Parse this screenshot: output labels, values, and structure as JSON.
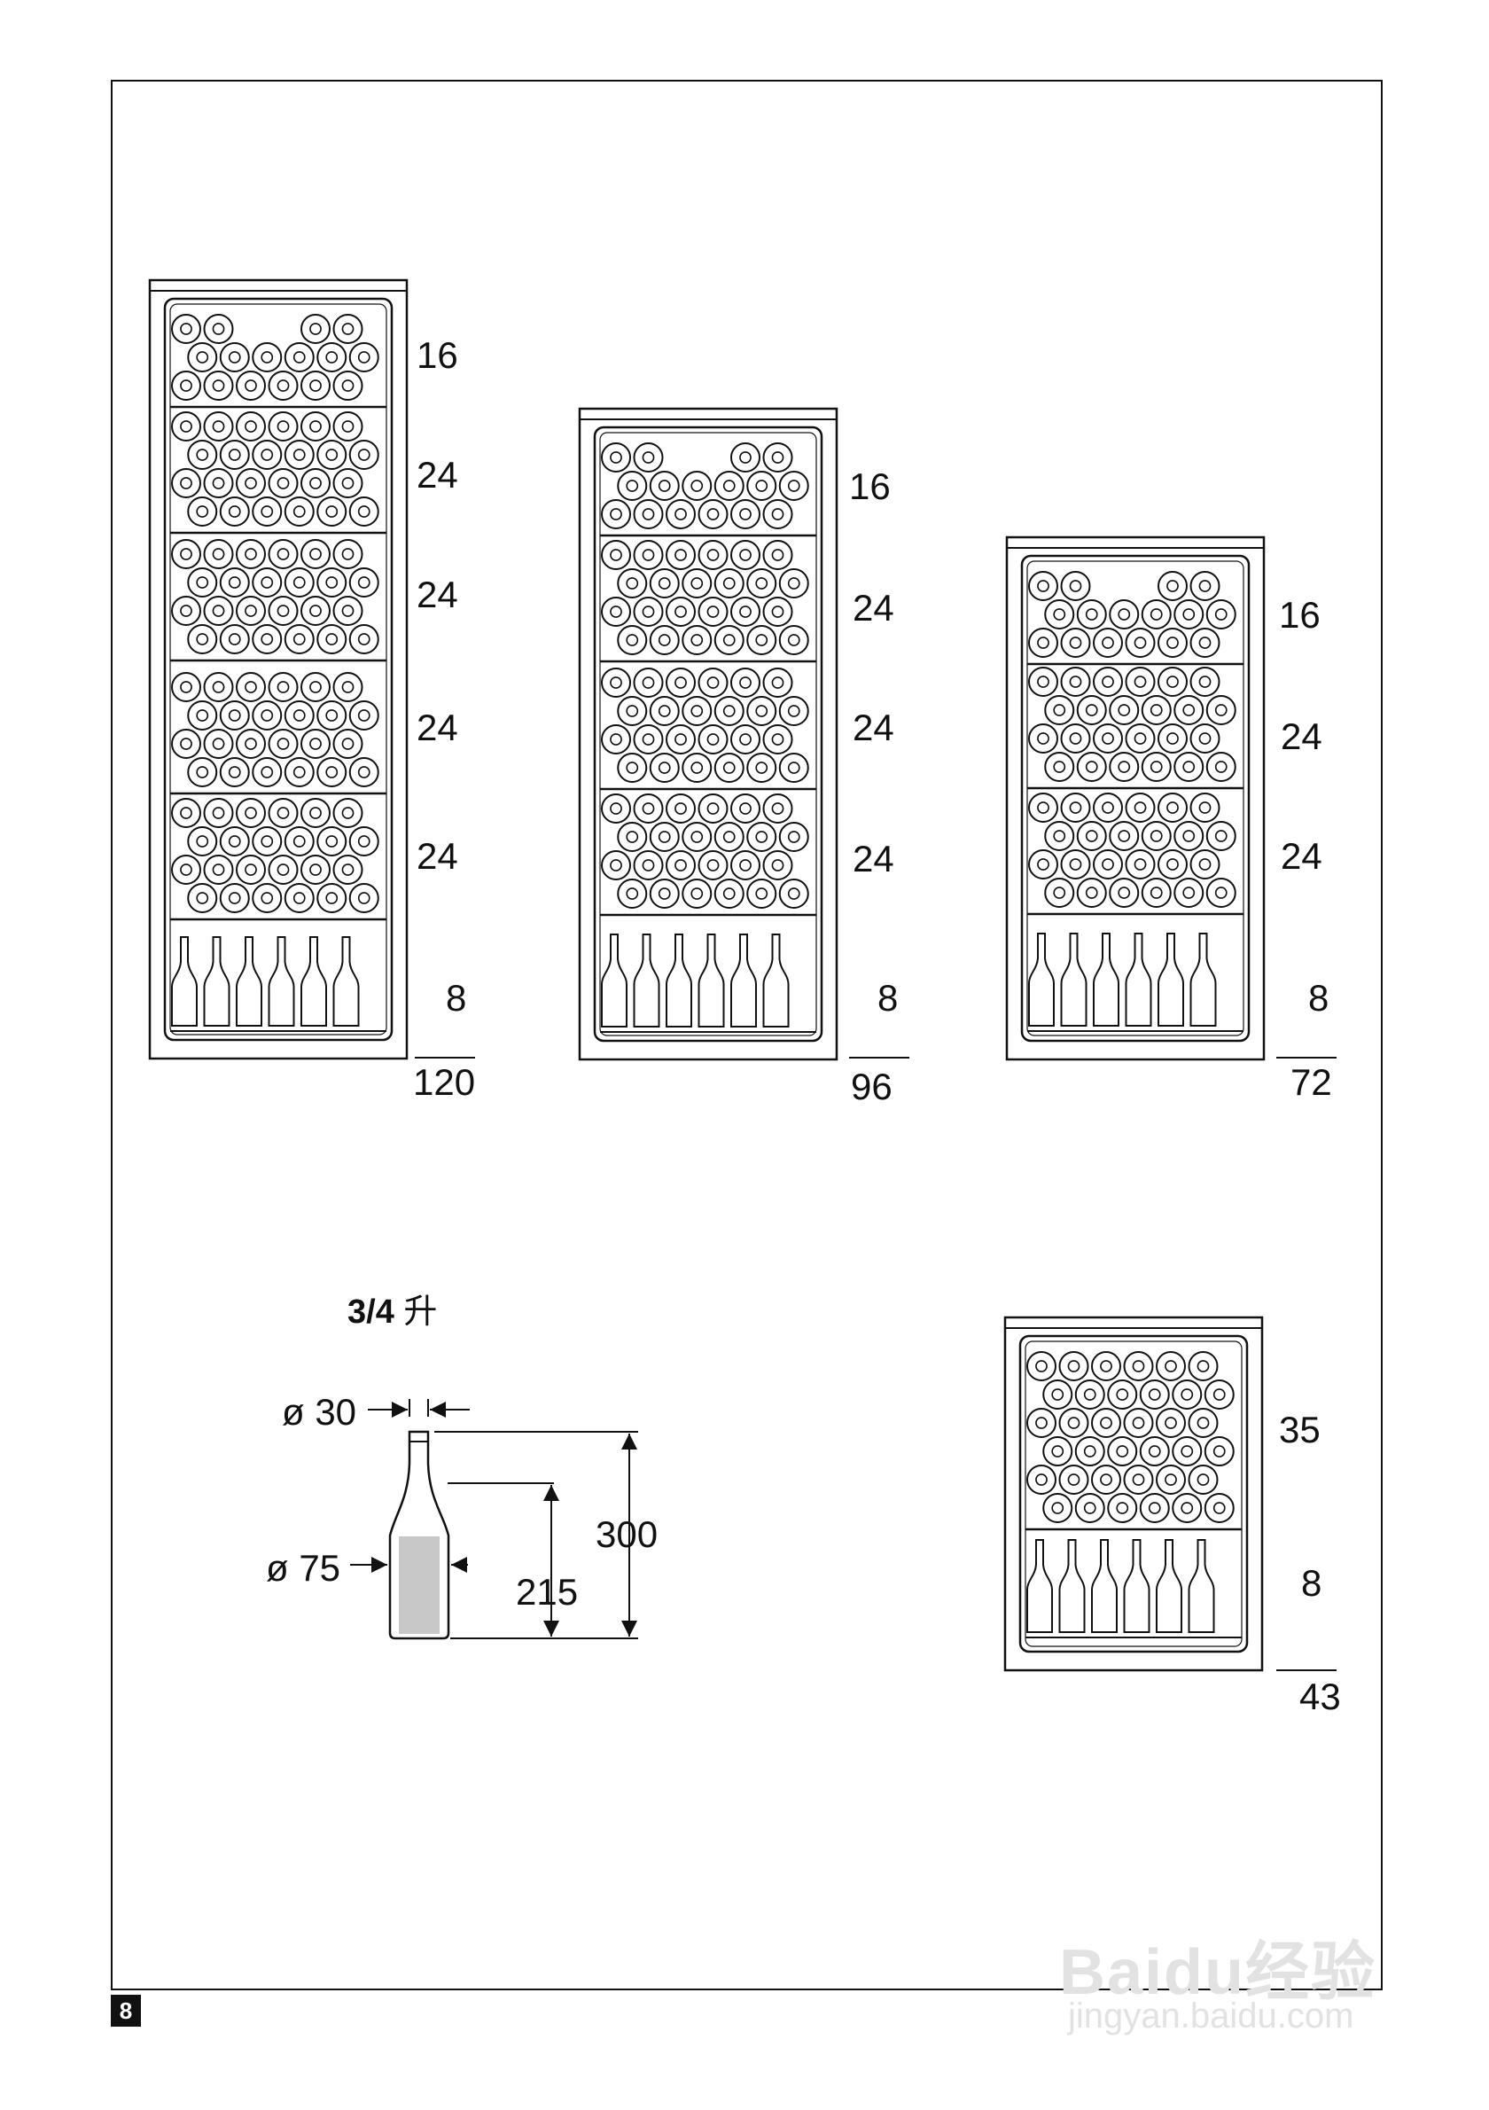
{
  "page": {
    "number": "8"
  },
  "cabinets": [
    {
      "id": "cabinet-120",
      "shelf_counts": [
        "16",
        "24",
        "24",
        "24",
        "24",
        "8"
      ],
      "total": "120"
    },
    {
      "id": "cabinet-96",
      "shelf_counts": [
        "16",
        "24",
        "24",
        "24",
        "8"
      ],
      "total": "96"
    },
    {
      "id": "cabinet-72",
      "shelf_counts": [
        "16",
        "24",
        "24",
        "8"
      ],
      "total": "72"
    },
    {
      "id": "cabinet-43",
      "shelf_counts": [
        "35",
        "8"
      ],
      "total": "43"
    }
  ],
  "bottle": {
    "title": "3/4",
    "title_unit": "升",
    "neck_diameter": "ø 30",
    "body_diameter": "ø 75",
    "total_height": "300",
    "body_height": "215"
  },
  "watermark": {
    "brand": "Baidu经验",
    "url": "jingyan.baidu.com"
  },
  "colors": {
    "line": "#111111",
    "wine_fill": "#c8c8c8",
    "watermark": "#e2e2e2"
  }
}
